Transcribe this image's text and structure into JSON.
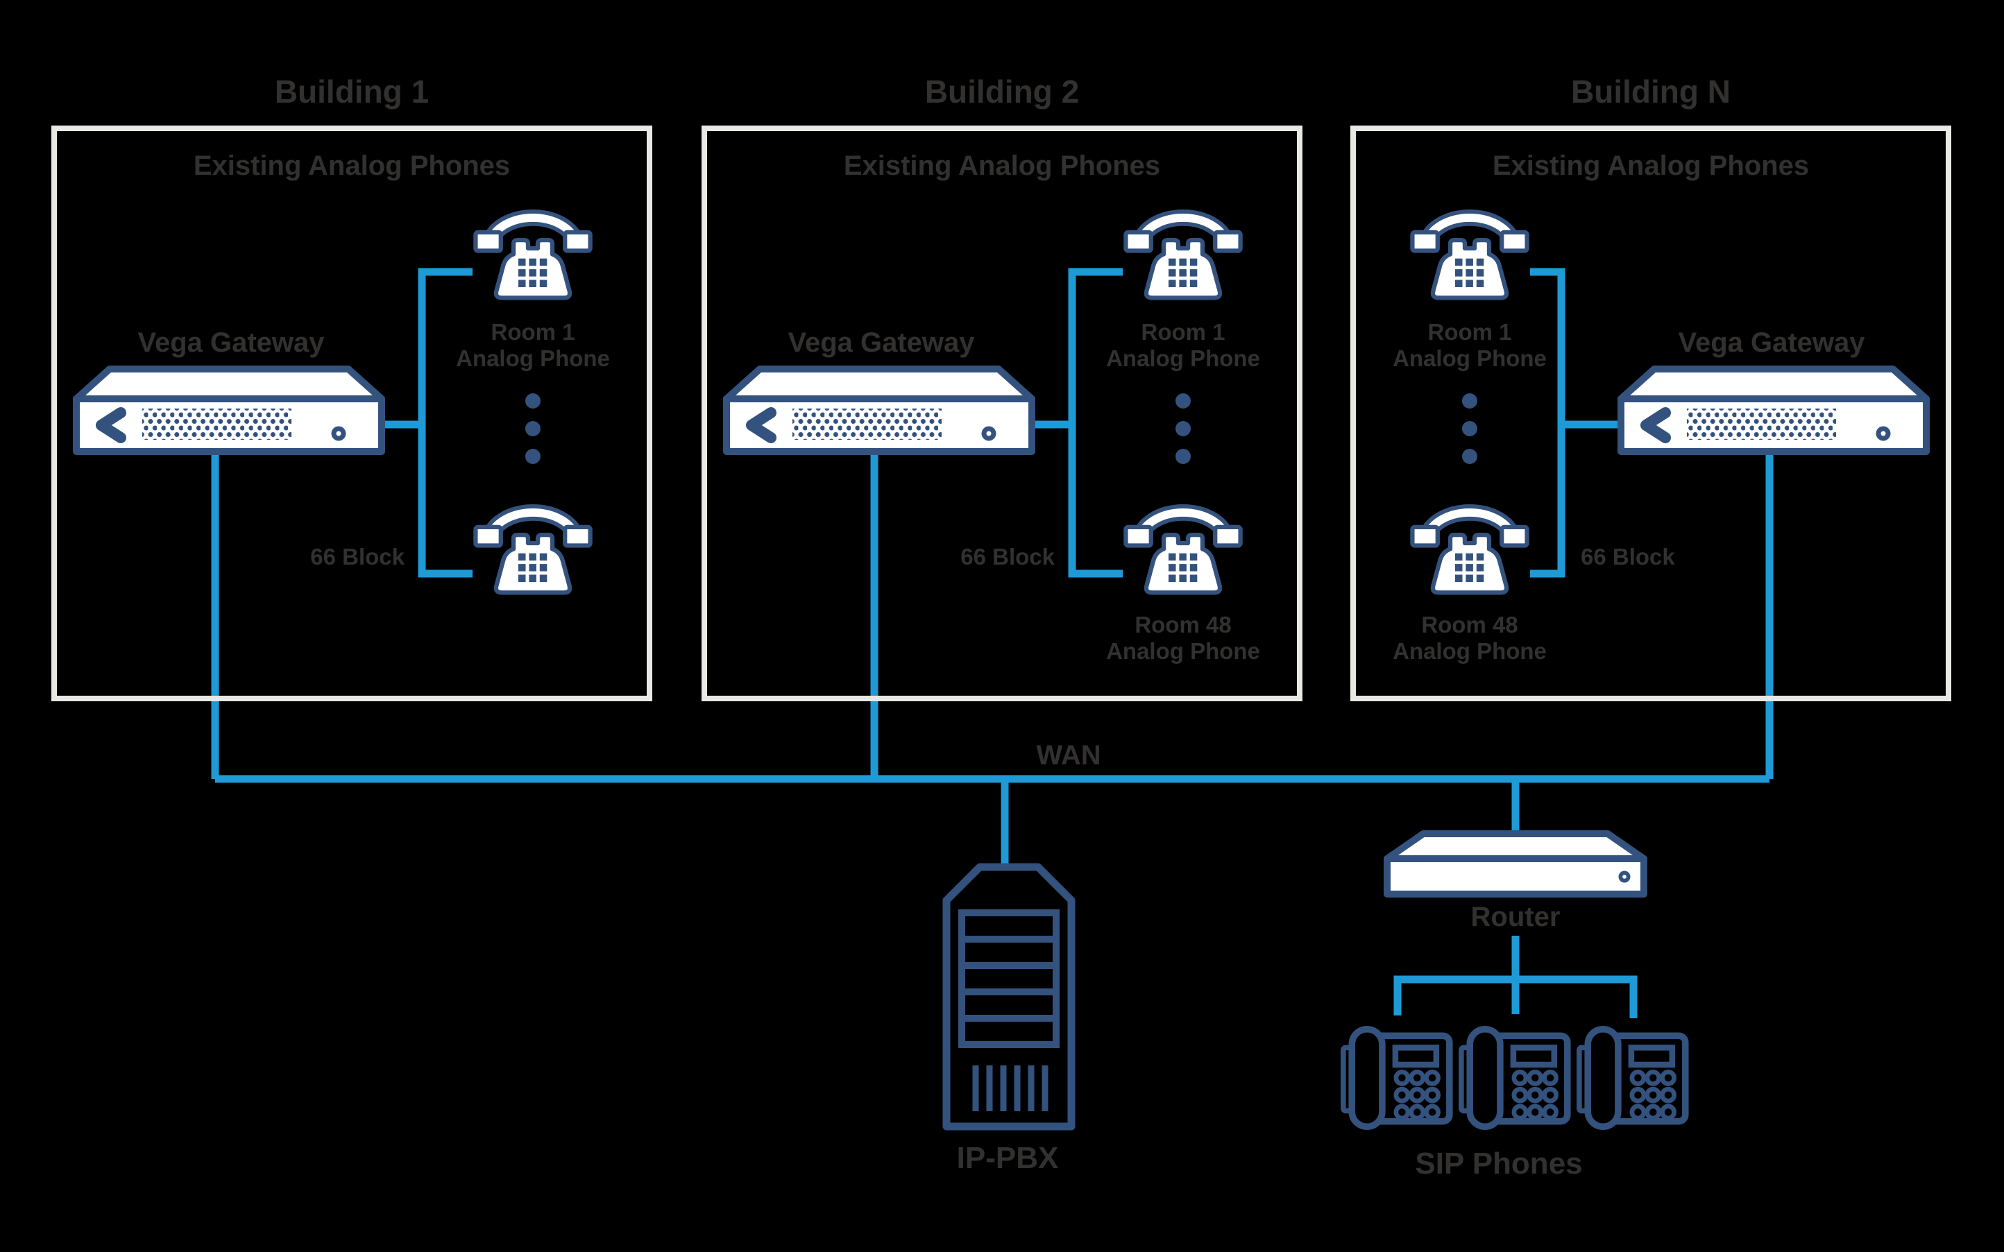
{
  "colors": {
    "background": "#000000",
    "panel_border": "#e8e8e5",
    "icon_navy": "#34527e",
    "line_blue": "#1e9ad6",
    "label_text": "#323130"
  },
  "buildings": [
    {
      "title": "Building 1",
      "subtitle": "Existing Analog Phones",
      "gateway_label": "Vega Gateway",
      "room_top_line1": "Room 1",
      "room_top_line2": "Analog Phone",
      "room_bottom_line1": "",
      "room_bottom_line2": "",
      "block_label": "66 Block"
    },
    {
      "title": "Building 2",
      "subtitle": "Existing Analog Phones",
      "gateway_label": "Vega Gateway",
      "room_top_line1": "Room 1",
      "room_top_line2": "Analog Phone",
      "room_bottom_line1": "Room 48",
      "room_bottom_line2": "Analog Phone",
      "block_label": "66 Block"
    },
    {
      "title": "Building N",
      "subtitle": "Existing Analog Phones",
      "gateway_label": "Vega Gateway",
      "room_top_line1": "Room 1",
      "room_top_line2": "Analog Phone",
      "room_bottom_line1": "Room 48",
      "room_bottom_line2": "Analog Phone",
      "block_label": "66 Block"
    }
  ],
  "backbone": {
    "wan_label": "WAN"
  },
  "core": {
    "ippbx_label": "IP-PBX",
    "router_label": "Router",
    "sip_label": "SIP Phones"
  },
  "icons": {
    "vega_gateway": "gateway-appliance-icon",
    "analog_phone": "analog-phone-icon",
    "sip_phone": "sip-desk-phone-icon",
    "ippbx": "server-tower-icon",
    "router": "router-appliance-icon",
    "ellipsis": "vertical-ellipsis-dots"
  }
}
